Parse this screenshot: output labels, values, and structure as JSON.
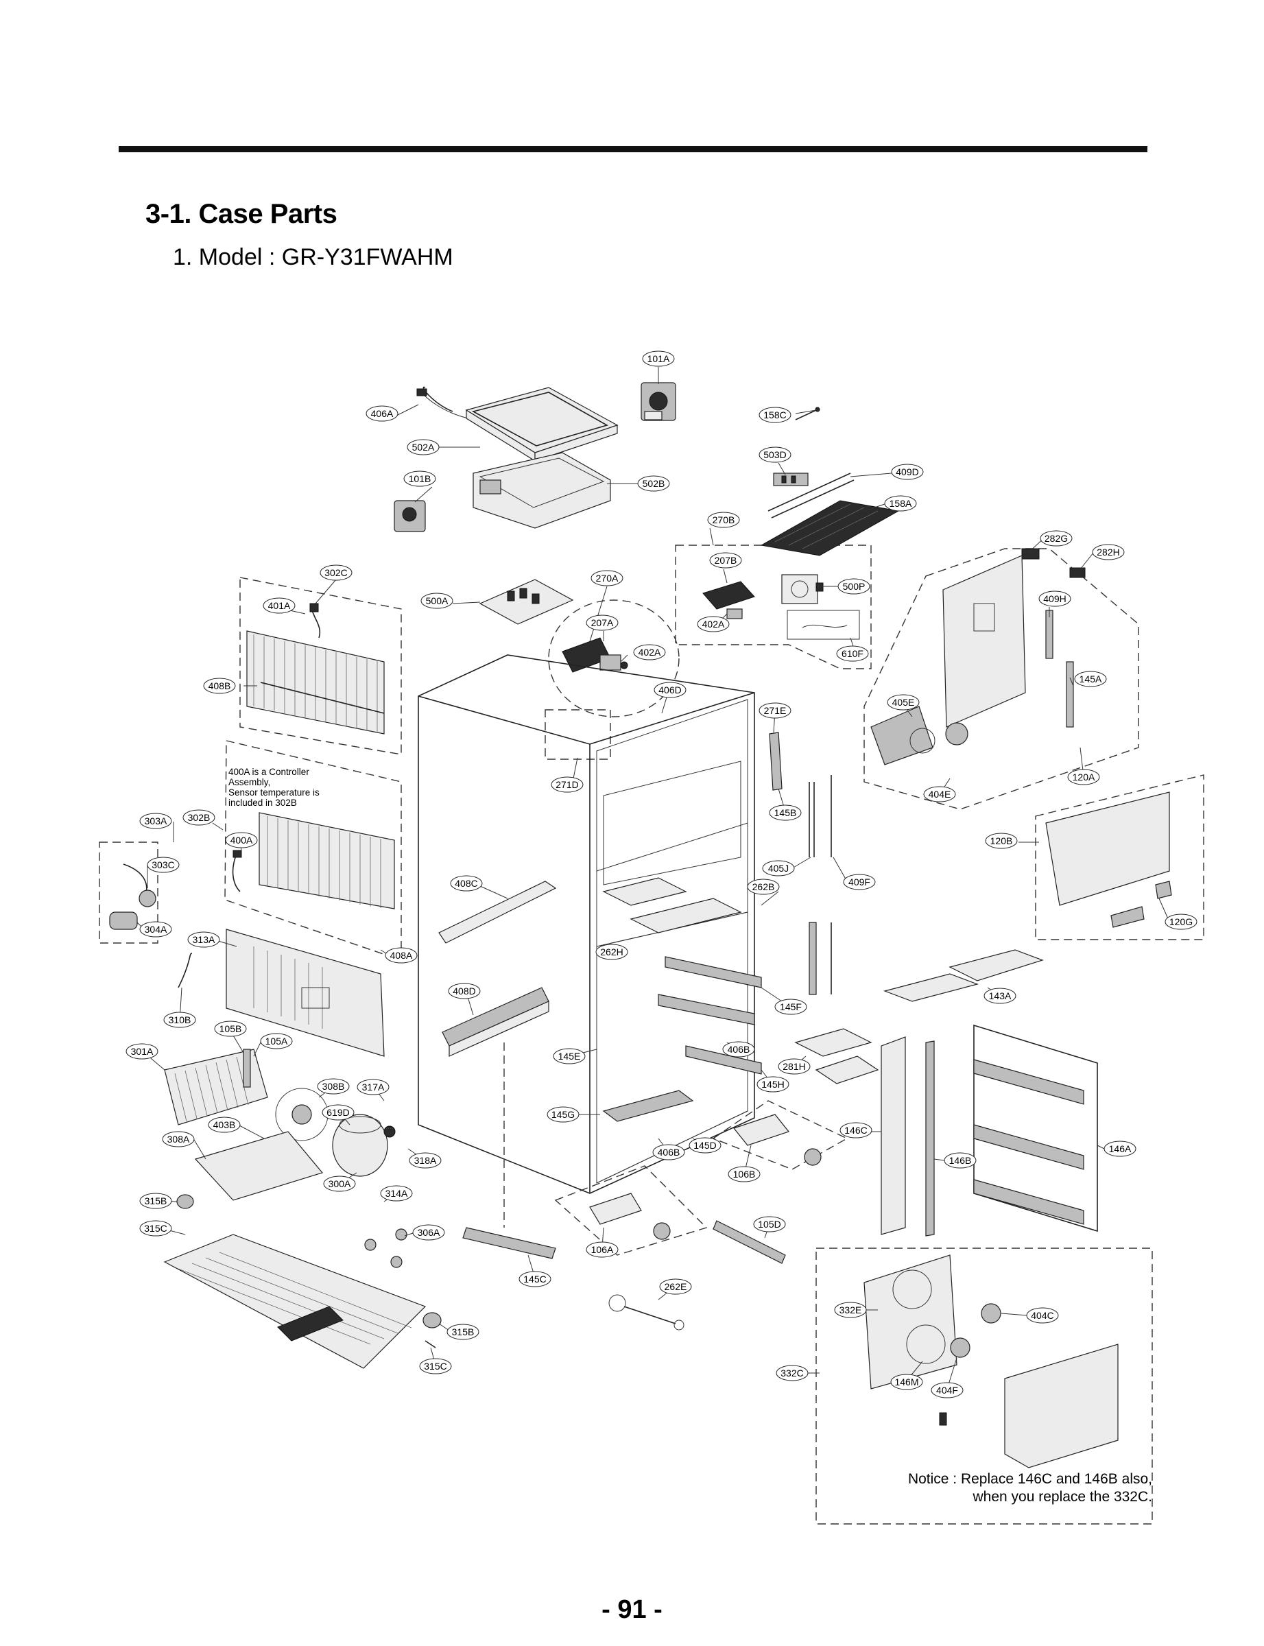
{
  "header": {
    "section_title": "3-1. Case Parts",
    "model_title": "1. Model : GR-Y31FWAHM"
  },
  "diagram": {
    "callouts": [
      {
        "id": "101A",
        "label": "101A"
      },
      {
        "id": "406A",
        "label": "406A"
      },
      {
        "id": "158C",
        "label": "158C"
      },
      {
        "id": "502A",
        "label": "502A"
      },
      {
        "id": "503D",
        "label": "503D"
      },
      {
        "id": "101B",
        "label": "101B"
      },
      {
        "id": "502B",
        "label": "502B"
      },
      {
        "id": "409D",
        "label": "409D"
      },
      {
        "id": "158A",
        "label": "158A"
      },
      {
        "id": "270B",
        "label": "270B"
      },
      {
        "id": "282G",
        "label": "282G"
      },
      {
        "id": "282H",
        "label": "282H"
      },
      {
        "id": "207B",
        "label": "207B"
      },
      {
        "id": "302C",
        "label": "302C"
      },
      {
        "id": "270A",
        "label": "270A"
      },
      {
        "id": "500A",
        "label": "500A"
      },
      {
        "id": "500P",
        "label": "500P"
      },
      {
        "id": "401A",
        "label": "401A"
      },
      {
        "id": "409H",
        "label": "409H"
      },
      {
        "id": "402A-top",
        "label": "402A"
      },
      {
        "id": "207A",
        "label": "207A"
      },
      {
        "id": "402A",
        "label": "402A"
      },
      {
        "id": "610F",
        "label": "610F"
      },
      {
        "id": "145A",
        "label": "145A"
      },
      {
        "id": "408B",
        "label": "408B"
      },
      {
        "id": "406D",
        "label": "406D"
      },
      {
        "id": "405E",
        "label": "405E"
      },
      {
        "id": "271E",
        "label": "271E"
      },
      {
        "id": "120A",
        "label": "120A"
      },
      {
        "id": "271D",
        "label": "271D"
      },
      {
        "id": "404E",
        "label": "404E"
      },
      {
        "id": "303A",
        "label": "303A"
      },
      {
        "id": "302B",
        "label": "302B"
      },
      {
        "id": "145B",
        "label": "145B"
      },
      {
        "id": "120B",
        "label": "120B"
      },
      {
        "id": "400A",
        "label": "400A"
      },
      {
        "id": "303C",
        "label": "303C"
      },
      {
        "id": "405J",
        "label": "405J"
      },
      {
        "id": "408C",
        "label": "408C"
      },
      {
        "id": "409F",
        "label": "409F"
      },
      {
        "id": "262B",
        "label": "262B"
      },
      {
        "id": "304A",
        "label": "304A"
      },
      {
        "id": "120G",
        "label": "120G"
      },
      {
        "id": "313A",
        "label": "313A"
      },
      {
        "id": "262H",
        "label": "262H"
      },
      {
        "id": "408A",
        "label": "408A"
      },
      {
        "id": "143A",
        "label": "143A"
      },
      {
        "id": "408D",
        "label": "408D"
      },
      {
        "id": "145F",
        "label": "145F"
      },
      {
        "id": "310B",
        "label": "310B"
      },
      {
        "id": "105B",
        "label": "105B"
      },
      {
        "id": "105A",
        "label": "105A"
      },
      {
        "id": "301A",
        "label": "301A"
      },
      {
        "id": "406B-top",
        "label": "406B"
      },
      {
        "id": "145E",
        "label": "145E"
      },
      {
        "id": "281H",
        "label": "281H"
      },
      {
        "id": "145H",
        "label": "145H"
      },
      {
        "id": "308B",
        "label": "308B"
      },
      {
        "id": "317A",
        "label": "317A"
      },
      {
        "id": "619D",
        "label": "619D"
      },
      {
        "id": "145G",
        "label": "145G"
      },
      {
        "id": "146C",
        "label": "146C"
      },
      {
        "id": "403B",
        "label": "403B"
      },
      {
        "id": "308A",
        "label": "308A"
      },
      {
        "id": "145D",
        "label": "145D"
      },
      {
        "id": "146A",
        "label": "146A"
      },
      {
        "id": "406B",
        "label": "406B"
      },
      {
        "id": "318A",
        "label": "318A"
      },
      {
        "id": "146B",
        "label": "146B"
      },
      {
        "id": "106B",
        "label": "106B"
      },
      {
        "id": "300A",
        "label": "300A"
      },
      {
        "id": "314A",
        "label": "314A"
      },
      {
        "id": "315B-top",
        "label": "315B"
      },
      {
        "id": "105D",
        "label": "105D"
      },
      {
        "id": "315C-top",
        "label": "315C"
      },
      {
        "id": "306A",
        "label": "306A"
      },
      {
        "id": "106A",
        "label": "106A"
      },
      {
        "id": "145C",
        "label": "145C"
      },
      {
        "id": "262E",
        "label": "262E"
      },
      {
        "id": "332E",
        "label": "332E"
      },
      {
        "id": "404C",
        "label": "404C"
      },
      {
        "id": "315B",
        "label": "315B"
      },
      {
        "id": "315C",
        "label": "315C"
      },
      {
        "id": "332C",
        "label": "332C"
      },
      {
        "id": "146M",
        "label": "146M"
      },
      {
        "id": "404F",
        "label": "404F"
      }
    ],
    "note_400a": [
      "400A is a Controller",
      "Assembly,",
      "Sensor temperature is",
      "included in 302B"
    ],
    "notice": [
      "Notice : Replace 146C and 146B also,",
      "when you replace the 332C."
    ]
  },
  "footer": {
    "page_number": "- 91 -"
  }
}
